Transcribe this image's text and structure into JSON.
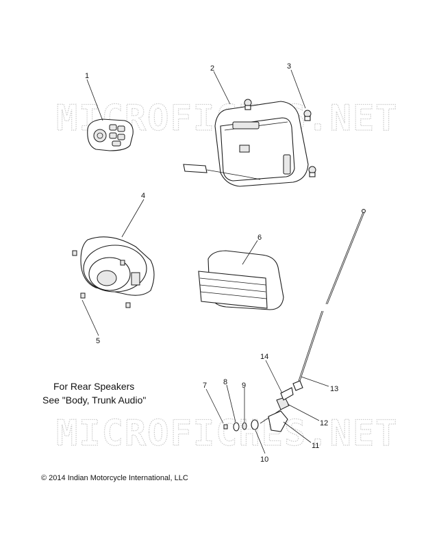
{
  "watermark": "MICROFICHES.NET",
  "callouts": [
    "1",
    "2",
    "3",
    "4",
    "5",
    "6",
    "7",
    "8",
    "9",
    "10",
    "11",
    "12",
    "13",
    "14"
  ],
  "note": {
    "line1": "For Rear Speakers",
    "line2": "See \"Body, Trunk Audio\""
  },
  "copyright": {
    "symbol": "©",
    "text": "2014 Indian Motorcycle International, LLC"
  }
}
